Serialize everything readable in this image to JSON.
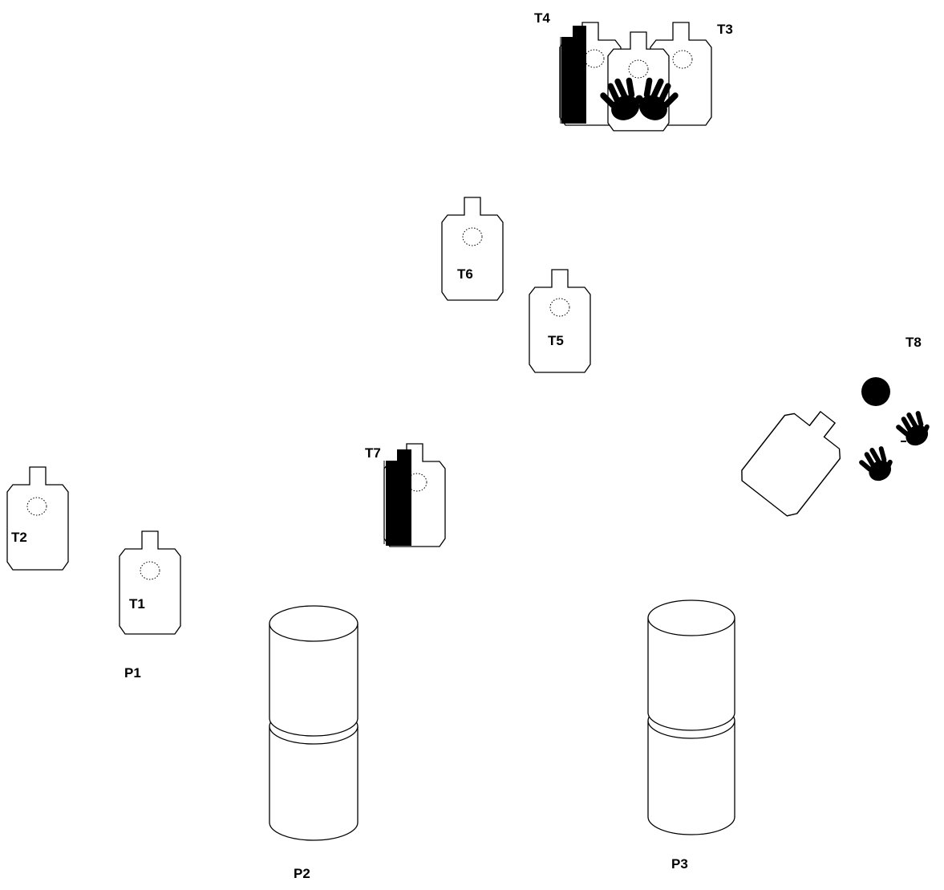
{
  "labels": {
    "t1": "T1",
    "t2": "T2",
    "t3": "T3",
    "t4": "T4",
    "t5": "T5",
    "t6": "T6",
    "t7": "T7",
    "t8": "T8",
    "p1": "P1",
    "p2": "P2",
    "p3": "P3"
  },
  "colors": {
    "ink": "#000000",
    "paper": "#ffffff"
  }
}
